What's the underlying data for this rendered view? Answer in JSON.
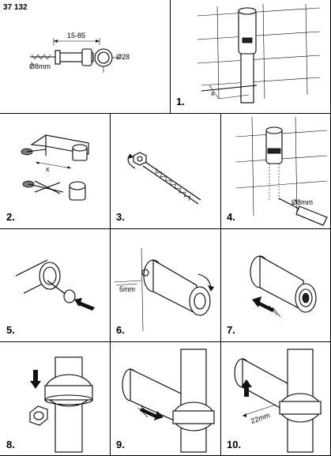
{
  "part_number": "37 132",
  "dimensions": {
    "length": "15-85",
    "diameter": "Ø28",
    "drill": "Ø8mm",
    "offset": "5mm",
    "distance": "22mm",
    "x": "x"
  },
  "steps": [
    "1.",
    "2.",
    "3.",
    "4.",
    "5.",
    "6.",
    "7.",
    "8.",
    "9.",
    "10."
  ],
  "icons": [
    "drill-bit-icon",
    "rotate-arrow-icon",
    "push-arrow-icon",
    "pull-arrow-icon",
    "down-arrow-icon",
    "up-arrow-icon"
  ]
}
